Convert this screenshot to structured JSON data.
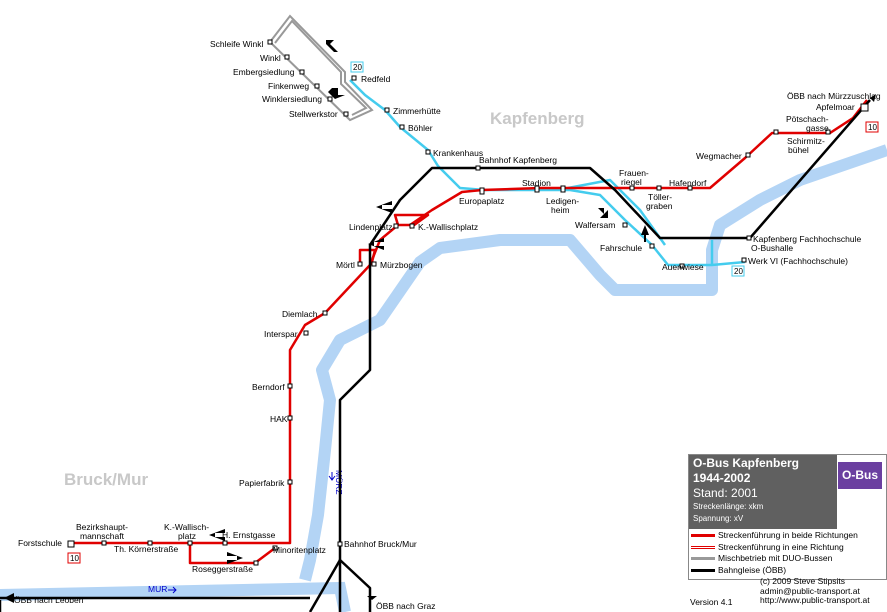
{
  "cities": {
    "kapfenberg": "Kapfenberg",
    "bruck": "Bruck/Mur"
  },
  "rivers": {
    "muerz": "MÜRZ",
    "mur": "MUR"
  },
  "route_badges": {
    "top": "20",
    "right_top": "10",
    "right_bottom": "20",
    "left_bottom": "10"
  },
  "stations": {
    "schleife_winkl": "Schleife Winkl",
    "winkl": "Winkl",
    "embergsiedlung": "Embergsiedlung",
    "finkenweg": "Finkenweg",
    "winklersiedlung": "Winklersiedlung",
    "stellwerkstor": "Stellwerkstor",
    "redfeld": "Redfeld",
    "zimmerhuette": "Zimmerhütte",
    "boehler": "Böhler",
    "krankenhaus": "Krankenhaus",
    "bahnhof_kapfenberg": "Bahnhof Kapfenberg",
    "europaplatz": "Europaplatz",
    "stadion": "Stadion",
    "ledigenheim_1": "Ledigen-",
    "ledigenheim_2": "heim",
    "frauenriegel_1": "Frauen-",
    "frauenriegel_2": "riegel",
    "toellergraben_1": "Töller-",
    "toellergraben_2": "graben",
    "hafendorf": "Hafendorf",
    "wegmacher": "Wegmacher",
    "schirmitzbuehel_1": "Schirmitz-",
    "schirmitzbuehel_2": "bühel",
    "poetschachgasse_1": "Pötschach-",
    "poetschachgasse_2": "gasse",
    "apfelmoar": "Apfelmoar",
    "oebb_muerzzuschlag": "ÖBB nach Mürzzuschlag",
    "walfersam": "Walfersam",
    "fahrschule": "Fahrschule",
    "auenwiese": "Auenwiese",
    "fachhochschule": "Kapfenberg Fachhochschule",
    "o_bushalle": "O-Bushalle",
    "werk_vi": "Werk VI (Fachhochschule)",
    "lindenplatz": "Lindenplatz",
    "k_wallischplatz": "K.-Wallischplatz",
    "moertl": "Mörtl",
    "muerzbogen": "Mürzbogen",
    "diemlach": "Diemlach",
    "interspar": "Interspar",
    "berndorf": "Berndorf",
    "hak": "HAK",
    "papierfabrik": "Papierfabrik",
    "forstschule": "Forstschule",
    "bezirkshauptmannschaft_1": "Bezirkshaupt-",
    "bezirkshauptmannschaft_2": "mannschaft",
    "th_koernerstrasse": "Th. Körnerstraße",
    "k_wallischplatz_bruck_1": "K.-Wallisch-",
    "k_wallischplatz_bruck_2": "platz",
    "h_ernstgasse": "H. Ernstgasse",
    "roseggerstrasse": "Roseggerstraße",
    "minoritenplatz": "Minoritenplatz",
    "bahnhof_bruck": "Bahnhof Bruck/Mur",
    "oebb_leoben": "ÖBB nach Leoben",
    "oebb_graz": "ÖBB nach Graz"
  },
  "legend": {
    "title": "O-Bus Kapfenberg",
    "years": "1944-2002",
    "stand": "Stand: 2001",
    "badge": "O-Bus",
    "length": "Streckenlänge: xkm",
    "voltage": "Spannung: xV",
    "items": [
      {
        "label": "Streckenführung in beide Richtungen",
        "color": "#e00000"
      },
      {
        "label": "Streckenführung in eine Richtung",
        "color": "#e00000"
      },
      {
        "label": "Mischbetrieb mit DUO-Bussen",
        "color": "#999999"
      },
      {
        "label": "Bahngleise (ÖBB)",
        "color": "#000000"
      }
    ]
  },
  "credits": {
    "line1": "(c) 2009 Steve Stipsits",
    "line2": "admin@public-transport.at",
    "line3": "http://www.public-transport.at"
  },
  "version": "Version 4.1",
  "colors": {
    "river": "#b3d4f5",
    "red_line": "#e00000",
    "cyan_line": "#44ccee",
    "rail": "#000000",
    "duo": "#999999"
  }
}
